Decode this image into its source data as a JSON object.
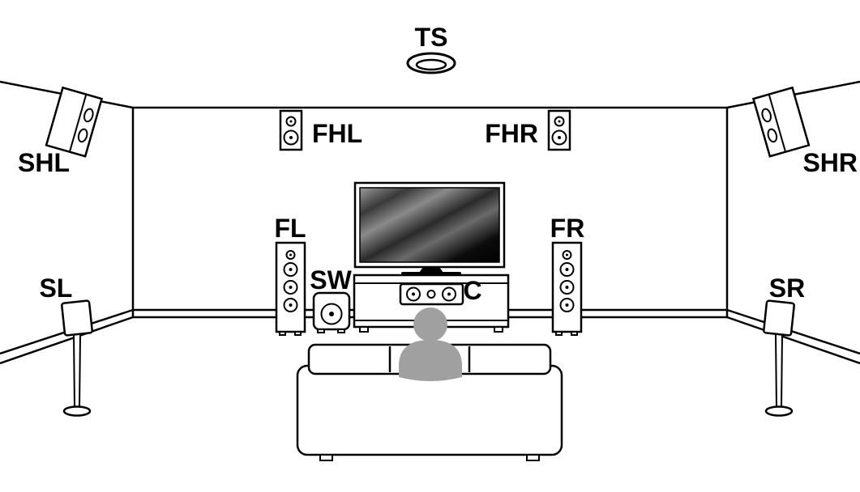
{
  "diagram": {
    "labels": {
      "ts": "TS",
      "shl": "SHL",
      "shr": "SHR",
      "fhl": "FHL",
      "fhr": "FHR",
      "fl": "FL",
      "fr": "FR",
      "sw": "SW",
      "c": "C",
      "sl": "SL",
      "sr": "SR"
    },
    "colors": {
      "line": "#000000",
      "background": "#ffffff",
      "listener": "#a0a0a0",
      "tv_screen_light": "#9a9a9a",
      "tv_screen_dark": "#000000"
    }
  }
}
